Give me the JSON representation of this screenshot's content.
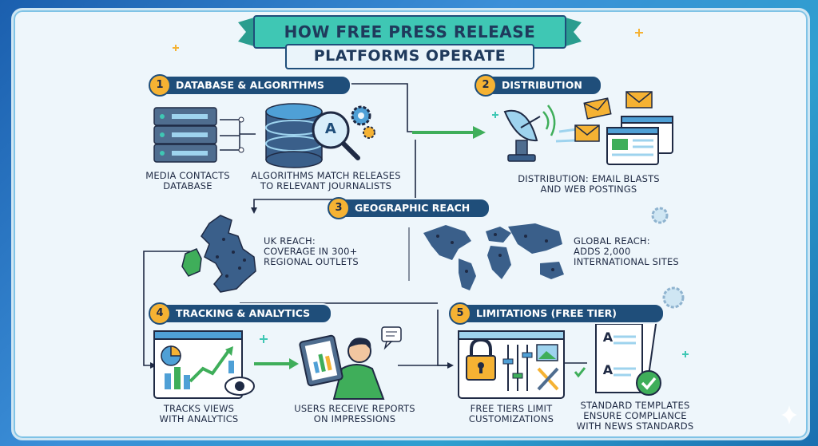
{
  "title": {
    "line1": "HOW FREE PRESS RELEASE",
    "line2": "PLATFORMS OPERATE"
  },
  "sections": [
    {
      "num": "1",
      "label": "DATABASE & ALGORITHMS"
    },
    {
      "num": "2",
      "label": "DISTRIBUTION"
    },
    {
      "num": "3",
      "label": "GEOGRAPHIC REACH"
    },
    {
      "num": "4",
      "label": "TRACKING & ANALYTICS"
    },
    {
      "num": "5",
      "label": "LIMITATIONS (FREE TIER)"
    }
  ],
  "captions": {
    "media_db": "MEDIA CONTACTS\nDATABASE",
    "algorithms": "ALGORITHMS MATCH RELEASES\nTO RELEVANT JOURNALISTS",
    "distribution": "DISTRIBUTION: EMAIL BLASTS\nAND WEB POSTINGS",
    "uk_reach": "UK REACH:\nCOVERAGE IN 300+\nREGIONAL OUTLETS",
    "global_reach": "GLOBAL REACH:\nADDS 2,000\nINTERNATIONAL SITES",
    "tracks": "TRACKS VIEWS\nWITH ANALYTICS",
    "reports": "USERS RECEIVE REPORTS\nON IMPRESSIONS",
    "free_tiers": "FREE TIERS LIMIT\nCUSTOMIZATIONS",
    "templates": "STANDARD TEMPLATES\nENSURE COMPLIANCE\nWITH NEWS STANDARDS"
  },
  "icon_labels": {
    "doc_letter_1": "A",
    "doc_letter_2": "A",
    "magnifier_letter": "A"
  },
  "colors": {
    "navy": "#1f4e7a",
    "teal": "#3fc7b4",
    "gold": "#f5b233",
    "green": "#3fae5a",
    "sky": "#9ed3ee"
  }
}
